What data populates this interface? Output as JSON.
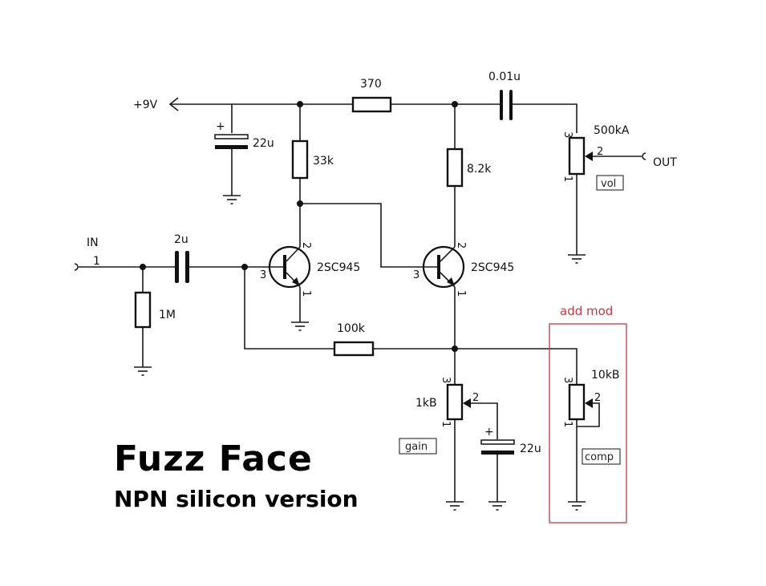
{
  "title": {
    "main": "Fuzz Face",
    "sub": "NPN silicon version"
  },
  "supply": {
    "label": "+9V"
  },
  "input": {
    "label": "IN",
    "pin": "1"
  },
  "output": {
    "label": "OUT"
  },
  "components": {
    "r_370": "370",
    "c_001u": "0.01u",
    "c_supply_22u": "22u",
    "c_supply_plus": "+",
    "r_33k": "33k",
    "r_82k": "8.2k",
    "c_2u": "2u",
    "r_1m": "1M",
    "r_100k": "100k",
    "q1": "2SC945",
    "q2": "2SC945",
    "pot_vol": {
      "value": "500kA",
      "name": "vol",
      "pin1": "1",
      "pin2": "2",
      "pin3": "3"
    },
    "pot_gain": {
      "value": "1kB",
      "name": "gain",
      "pin1": "1",
      "pin2": "2",
      "pin3": "3"
    },
    "pot_comp": {
      "value": "10kB",
      "name": "comp",
      "pin1": "1",
      "pin2": "2",
      "pin3": "3"
    },
    "c_gain_22u": "22u",
    "c_gain_plus": "+"
  },
  "transistor_pins": {
    "collector": "2",
    "base": "3",
    "emitter": "1"
  },
  "mod_box": {
    "label": "add mod",
    "color": "#c0393f"
  }
}
